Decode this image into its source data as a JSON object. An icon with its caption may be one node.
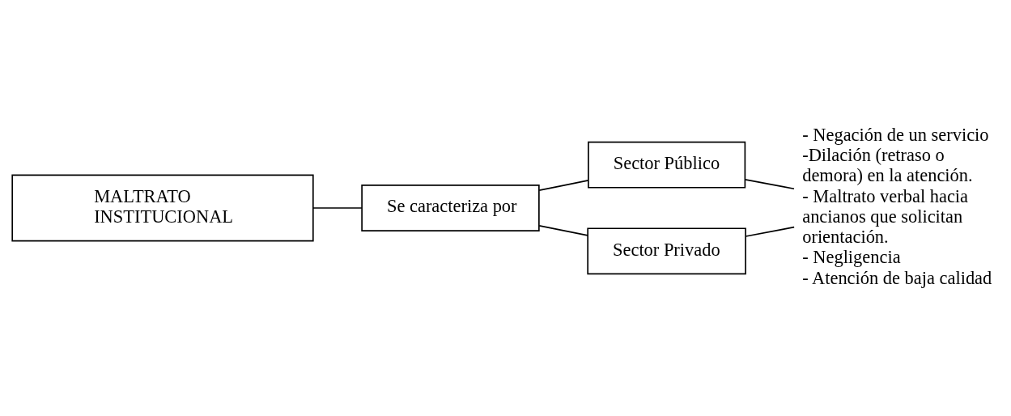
{
  "diagram": {
    "nodes": [
      {
        "text": [
          "MALTRATO INSTITUCIONAL"
        ]
      },
      {
        "text": [
          "Se caracteriza por"
        ]
      },
      {
        "text": [
          "Sector Público"
        ]
      },
      {
        "text": [
          "Sector Privado"
        ]
      },
      {
        "text": [
          "- Negación de un servicio",
          "-Dilación (retraso o demora) en la atención.",
          "- Maltrato verbal hacia ancianos que solicitan orientación.",
          "- Negligencia",
          "- Atención de baja calidad"
        ]
      }
    ],
    "edges": [
      {
        "from": 0,
        "to": 1,
        "arrow": "none"
      },
      {
        "from": 1,
        "to": 2,
        "arrow": "none"
      },
      {
        "from": 1,
        "to": 3,
        "arrow": "none"
      },
      {
        "from": 2,
        "to": 4,
        "arrow": "none"
      },
      {
        "from": 3,
        "to": 4,
        "arrow": "none"
      }
    ]
  }
}
